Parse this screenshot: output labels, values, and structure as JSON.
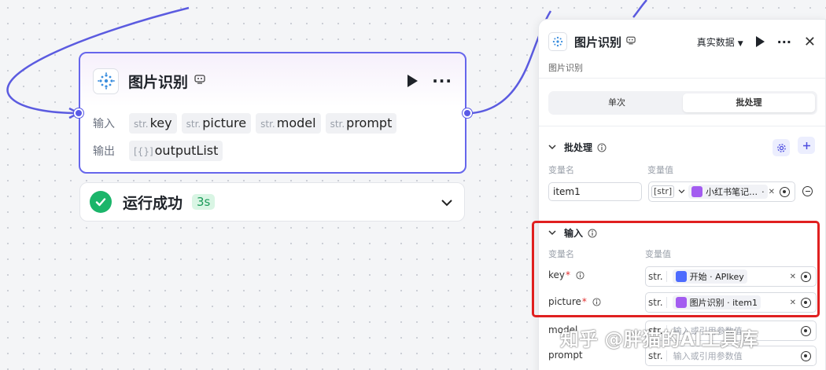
{
  "node": {
    "title": "图片识别",
    "input_label": "输入",
    "output_label": "输出",
    "inputs": [
      {
        "type": "str.",
        "name": "key"
      },
      {
        "type": "str.",
        "name": "picture"
      },
      {
        "type": "str.",
        "name": "model"
      },
      {
        "type": "str.",
        "name": "prompt"
      }
    ],
    "output": {
      "type": "[{}]",
      "name": "outputList"
    }
  },
  "status": {
    "text": "运行成功",
    "time": "3s"
  },
  "panel": {
    "title": "图片识别",
    "data_select": "真实数据",
    "description": "图片识别",
    "tabs": {
      "single": "单次",
      "batch": "批处理"
    },
    "batch_section": {
      "title": "批处理",
      "col_name": "变量名",
      "col_value": "变量值",
      "item_name": "item1",
      "item_type": "[str]",
      "item_ref": "小红书笔记…",
      "item_ref_suffix": "·"
    },
    "input_section": {
      "title": "输入",
      "col_name": "变量名",
      "col_value": "变量值",
      "fields": [
        {
          "label": "key",
          "required": true,
          "type": "str.",
          "ref": "开始 · APIkey"
        },
        {
          "label": "picture",
          "required": true,
          "type": "str.",
          "ref": "图片识别 · item1"
        },
        {
          "label": "model",
          "required": false,
          "type": "str.",
          "placeholder": "输入或引用参数值"
        },
        {
          "label": "prompt",
          "required": false,
          "type": "str.",
          "placeholder": "输入或引用参数值"
        }
      ]
    }
  },
  "watermark": "知乎 @胖猫的AI工具库",
  "colors": {
    "accent": "#5a5ae6",
    "success": "#1bb56a",
    "annotation_red": "#e02020",
    "ref_purple": "#a35cf0",
    "ref_blue": "#4d6bfe"
  }
}
